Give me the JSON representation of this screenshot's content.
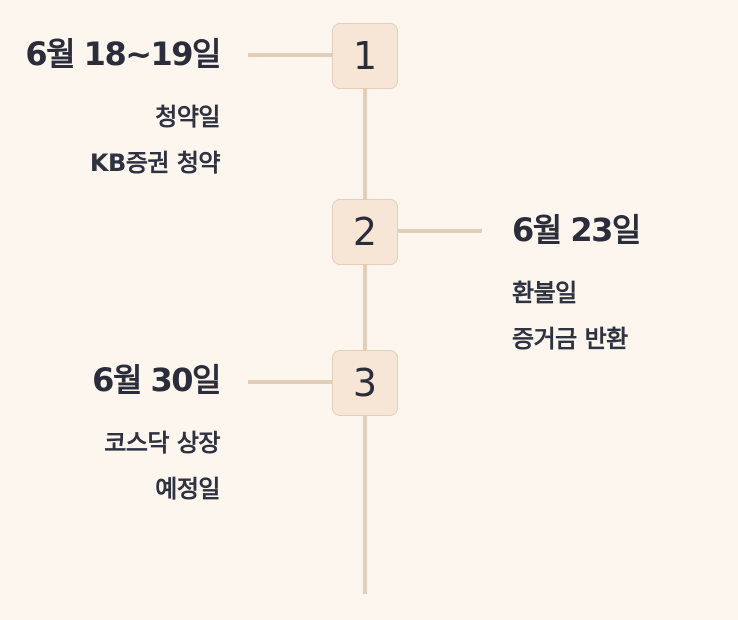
{
  "timeline": {
    "steps": [
      {
        "number": "1",
        "date": "6월 18~19일",
        "lines": [
          "청약일",
          "KB증권 청약"
        ]
      },
      {
        "number": "2",
        "date": "6월 23일",
        "lines": [
          "환불일",
          "증거금 반환"
        ]
      },
      {
        "number": "3",
        "date": "6월 30일",
        "lines": [
          "코스닥 상장",
          "예정일"
        ]
      }
    ]
  },
  "colors": {
    "background": "#fdf6ef",
    "line": "#e2cfbb",
    "step_box": "#f7e5d5",
    "text": "#2b2e3a"
  }
}
